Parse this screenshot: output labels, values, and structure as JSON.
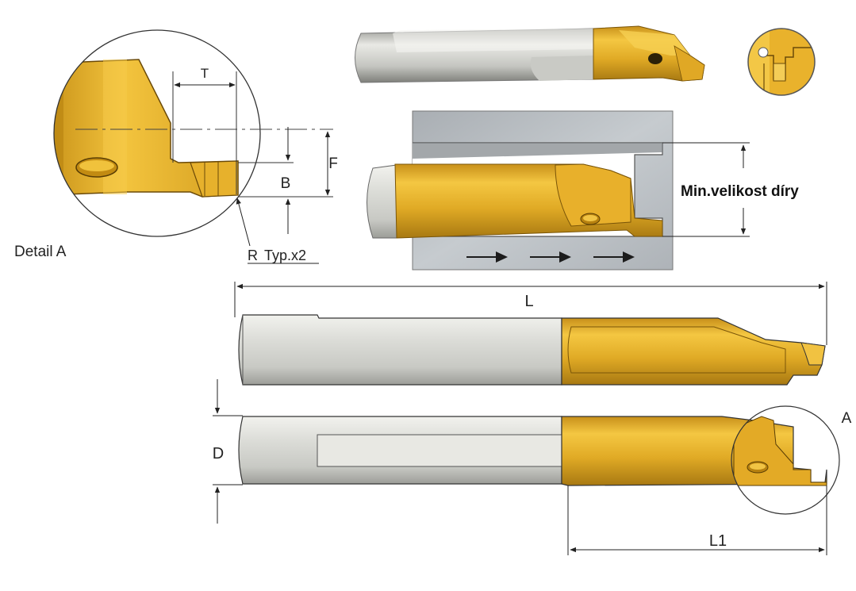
{
  "labels": {
    "detail_a": "Detail A",
    "dim_t": "T",
    "dim_f": "F",
    "dim_b": "B",
    "dim_r": "R",
    "typ_x2": "Typ.x2",
    "min_hole": "Min.velikost díry",
    "dim_l": "L",
    "dim_d": "D",
    "dim_l1": "L1",
    "detail_marker": "A"
  },
  "colors": {
    "gold_light": "#f2c23a",
    "gold": "#d9a21f",
    "gold_dark": "#a87912",
    "steel_light": "#e6e6e2",
    "steel": "#cfd0cb",
    "steel_dark": "#9c9d98",
    "workpiece": "#b9bec3",
    "outline": "#3a3a3a"
  }
}
